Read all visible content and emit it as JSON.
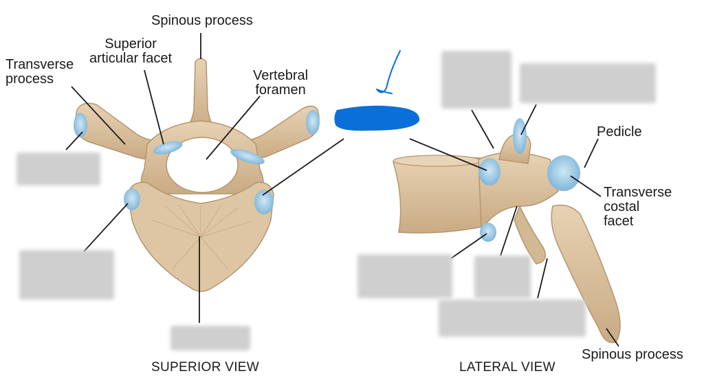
{
  "superior_view": {
    "caption": "SUPERIOR VIEW",
    "labels": {
      "spinous_process": "Spinous process",
      "superior_articular_facet": "Superior\narticular facet",
      "transverse_process": "Transverse\nprocess",
      "vertebral_foramen": "Vertebral\nforamen"
    }
  },
  "lateral_view": {
    "caption": "LATERAL VIEW",
    "labels": {
      "pedicle": "Pedicle",
      "transverse_costal_facet": "Transverse\ncostal\nfacet",
      "spinous_process": "Spinous process"
    }
  },
  "colors": {
    "bone": "#dcc3a1",
    "bone_shadow": "#b99a74",
    "facet": "#8fc3e0",
    "pen_mark": "#0a6fd8",
    "mask": "#cfcfcf"
  }
}
